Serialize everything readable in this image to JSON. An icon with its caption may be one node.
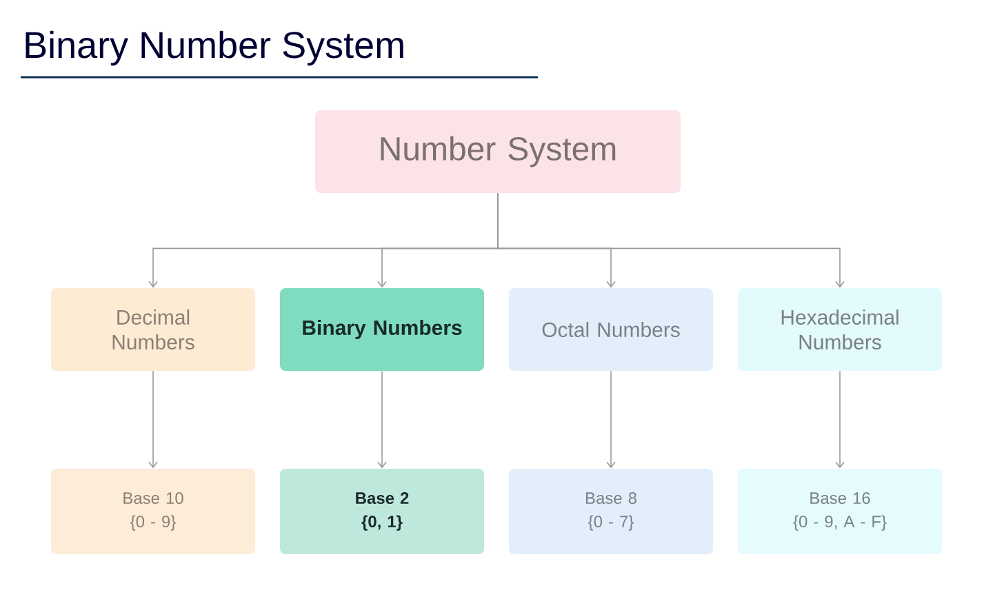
{
  "diagram": {
    "title": "Binary Number System",
    "nodes": [
      {
        "text": [
          "Number System"
        ]
      },
      {
        "text": [
          "Decimal Numbers"
        ]
      },
      {
        "text": [
          "Binary Numbers"
        ]
      },
      {
        "text": [
          "Octal Numbers"
        ]
      },
      {
        "text": [
          "Hexadecimal Numbers"
        ]
      },
      {
        "text": [
          "Base 10",
          "{0 - 9}"
        ]
      },
      {
        "text": [
          "Base 2",
          "{0, 1}"
        ]
      },
      {
        "text": [
          "Base 8",
          "{0 - 7}"
        ]
      },
      {
        "text": [
          "Base 16",
          "{0 - 9, A - F}"
        ]
      }
    ],
    "edges": [
      {
        "from": 0,
        "to": 1,
        "arrow": "to"
      },
      {
        "from": 0,
        "to": 2,
        "arrow": "to"
      },
      {
        "from": 0,
        "to": 3,
        "arrow": "to"
      },
      {
        "from": 0,
        "to": 4,
        "arrow": "to"
      },
      {
        "from": 1,
        "to": 5,
        "arrow": "to"
      },
      {
        "from": 2,
        "to": 6,
        "arrow": "to"
      },
      {
        "from": 3,
        "to": 7,
        "arrow": "to"
      },
      {
        "from": 4,
        "to": 8,
        "arrow": "to"
      }
    ]
  }
}
